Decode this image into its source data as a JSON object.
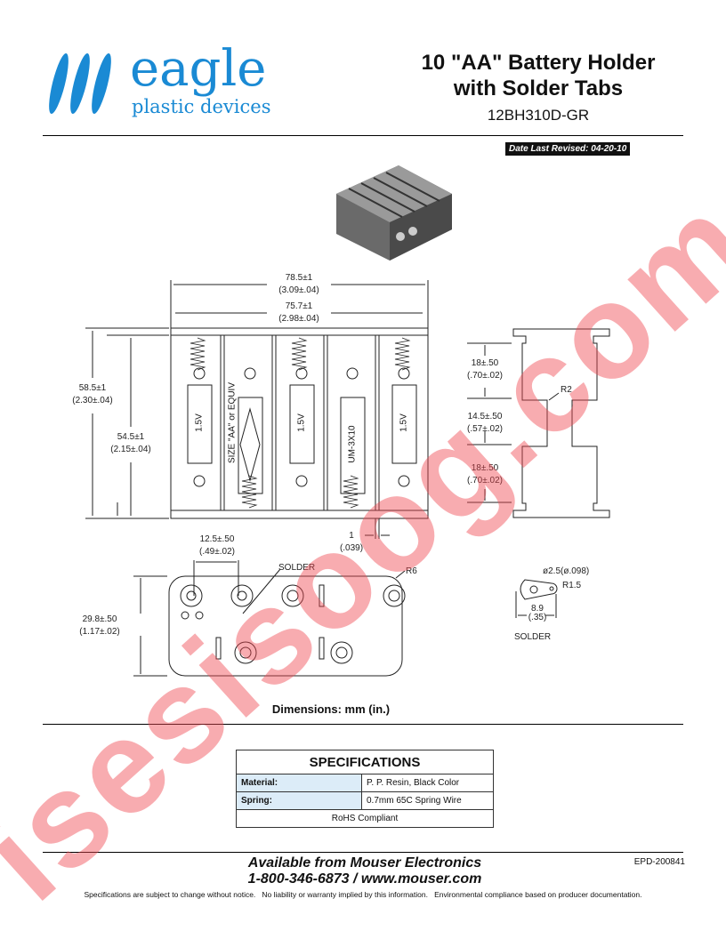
{
  "logo": {
    "name": "eagle",
    "tagline": "plastic devices"
  },
  "header": {
    "title_line1": "10 \"AA\" Battery Holder",
    "title_line2": "with Solder Tabs",
    "part_number": "12BH310D-GR",
    "revised_label": "Date Last Revised:",
    "revised_date": "04-20-10"
  },
  "drawing": {
    "overall_width": "78.5±1",
    "overall_width_in": "(3.09±.04)",
    "inner_width": "75.7±1",
    "inner_width_in": "(2.98±.04)",
    "overall_height": "58.5±1",
    "overall_height_in": "(2.30±.04)",
    "inner_height": "54.5±1",
    "inner_height_in": "(2.15±.04)",
    "cell_labels": [
      "1.5V",
      "SIZE \"AA\" or EQUIV",
      "1.5V",
      "UM-3X10",
      "1.5V"
    ],
    "side_top": "18±.50",
    "side_top_in": "(.70±.02)",
    "side_mid": "14.5±.50",
    "side_mid_in": "(.57±.02)",
    "side_bot": "18±.50",
    "side_bot_in": "(.70±.02)",
    "side_radius": "R2",
    "wall": "1",
    "wall_in": "(.039)",
    "tab_pitch": "12.5±.50",
    "tab_pitch_in": "(.49±.02)",
    "solder_label": "SOLDER",
    "bottom_radius": "R6",
    "bottom_height": "29.8±.50",
    "bottom_height_in": "(1.17±.02)",
    "tab_hole": "ø2.5(ø.098)",
    "tab_radius": "R1.5",
    "tab_len": "8.9",
    "tab_len_in": "(.35)",
    "tab_label": "SOLDER",
    "units_note": "Dimensions: mm (in.)"
  },
  "specs": {
    "title": "SPECIFICATIONS",
    "rows": [
      {
        "label": "Material:",
        "value": "P. P. Resin, Black Color"
      },
      {
        "label": "Spring:",
        "value": "0.7mm 65C Spring Wire"
      }
    ],
    "footer": "RoHS Compliant"
  },
  "footer": {
    "available": "Available from Mouser Electronics",
    "contact": "1-800-346-6873 / www.mouser.com",
    "doc_number": "EPD-200841",
    "disclaimer": "Specifications are subject to change without notice.   No liability or warranty implied by this information.   Environmental compliance based on producer documentation."
  },
  "watermark": "isesisoog.com",
  "colors": {
    "brand": "#1a8ad4",
    "spec_label_bg": "#dcecf8",
    "watermark": "#f04650"
  }
}
